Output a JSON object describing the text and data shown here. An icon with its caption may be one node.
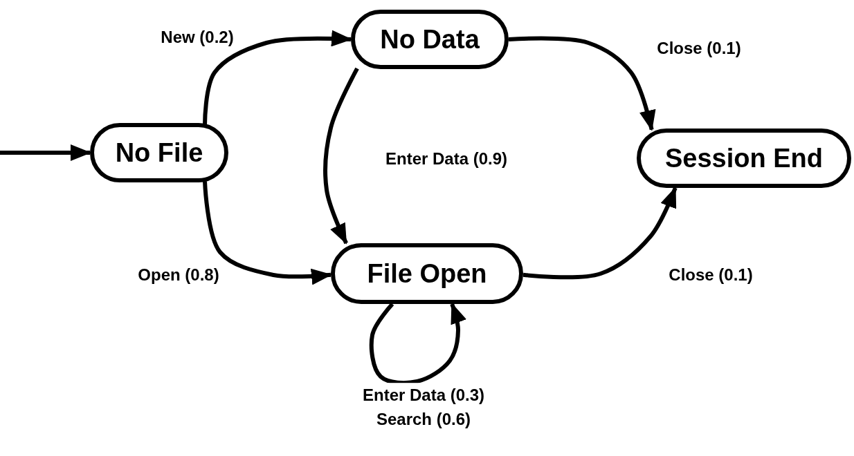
{
  "diagram": {
    "nodes": [
      {
        "text": [
          "No File"
        ]
      },
      {
        "text": [
          "No Data"
        ]
      },
      {
        "text": [
          "File Open"
        ]
      },
      {
        "text": [
          "Session End"
        ]
      }
    ],
    "edges": [
      {
        "from": null,
        "to": 0,
        "arrow": "to"
      },
      {
        "from": 0,
        "to": 1,
        "arrow": "to",
        "label": "New (0.2)"
      },
      {
        "from": 0,
        "to": 2,
        "arrow": "to",
        "label": "Open (0.8)"
      },
      {
        "from": 1,
        "to": 2,
        "arrow": "to",
        "label": "Enter Data (0.9)"
      },
      {
        "from": 1,
        "to": 3,
        "arrow": "to",
        "label": "Close (0.1)"
      },
      {
        "from": 2,
        "to": 3,
        "arrow": "to",
        "label": "Close (0.1)"
      },
      {
        "from": 2,
        "to": 2,
        "arrow": "to",
        "label": "Enter Data (0.3) Search (0.6)"
      }
    ]
  }
}
